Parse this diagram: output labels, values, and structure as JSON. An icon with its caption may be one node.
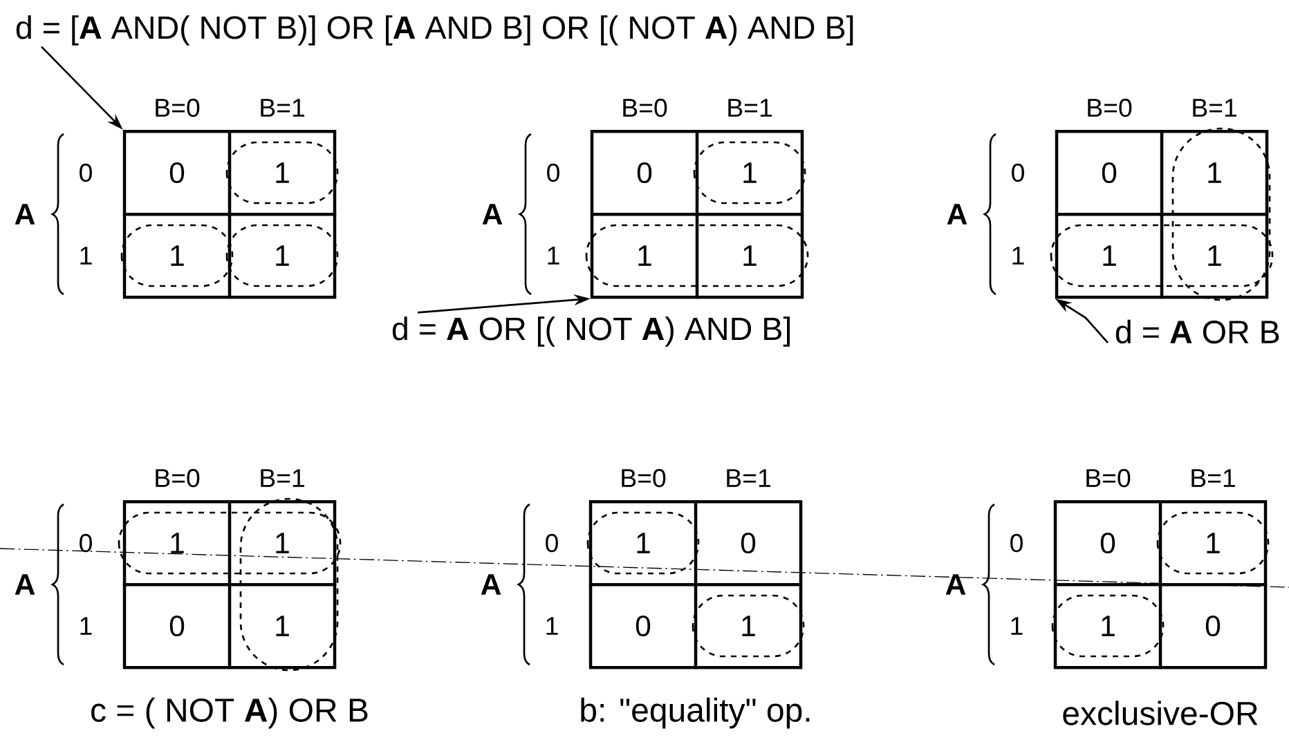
{
  "diagram": {
    "nodes": [
      {
        "text": [
          "d = [**A** AND( NOT B)] OR [**A** AND B] OR [( NOT **A**) AND B]"
        ]
      },
      {
        "text": [],
        "shape": "box"
      },
      {
        "text": [
          "0"
        ],
        "in": 1
      },
      {
        "text": [
          "1"
        ],
        "in": 1
      },
      {
        "text": [
          "1"
        ],
        "in": 1
      },
      {
        "text": [
          "1"
        ],
        "in": 1
      },
      {
        "text": [],
        "shape": "box"
      },
      {
        "text": [
          "0"
        ],
        "in": 6
      },
      {
        "text": [
          "1"
        ],
        "in": 6
      },
      {
        "text": [
          "1"
        ],
        "in": 6
      },
      {
        "text": [
          "1"
        ],
        "in": 6
      },
      {
        "text": [],
        "shape": "box"
      },
      {
        "text": [
          "0"
        ],
        "in": 11
      },
      {
        "text": [
          "1"
        ],
        "in": 11
      },
      {
        "text": [
          "1"
        ],
        "in": 11
      },
      {
        "text": [
          "1"
        ],
        "in": 11
      },
      {
        "text": [
          "d = **A** OR [( NOT **A**) AND B]"
        ]
      },
      {
        "text": [
          "d = **A** OR B"
        ]
      },
      {
        "text": [],
        "shape": "box"
      },
      {
        "text": [
          "1"
        ],
        "in": 18
      },
      {
        "text": [
          "1"
        ],
        "in": 18
      },
      {
        "text": [
          "0"
        ],
        "in": 18
      },
      {
        "text": [
          "1"
        ],
        "in": 18
      },
      {
        "text": [],
        "shape": "box"
      },
      {
        "text": [
          "1"
        ],
        "in": 23
      },
      {
        "text": [
          "0"
        ],
        "in": 23
      },
      {
        "text": [
          "0"
        ],
        "in": 23
      },
      {
        "text": [
          "1"
        ],
        "in": 23
      },
      {
        "text": [],
        "shape": "box"
      },
      {
        "text": [
          "0"
        ],
        "in": 28
      },
      {
        "text": [
          "1"
        ],
        "in": 28
      },
      {
        "text": [
          "1"
        ],
        "in": 28
      },
      {
        "text": [
          "0"
        ],
        "in": 28
      }
    ],
    "edges": [
      {
        "from": 0,
        "to": 1,
        "arrow": "to"
      },
      {
        "from": 16,
        "to": 6,
        "arrow": "to"
      },
      {
        "from": 17,
        "to": 11,
        "arrow": "to"
      }
    ],
    "labels": [
      "B=0",
      "B=1",
      "A",
      "0",
      "1",
      "B=0",
      "B=1",
      "A",
      "0",
      "1",
      "B=0",
      "B=1",
      "A",
      "0",
      "1",
      "B=0",
      "B=1",
      "A",
      "0",
      "1",
      "B=0",
      "B=1",
      "A",
      "0",
      "1",
      "B=0",
      "B=1",
      "A",
      "0",
      "1",
      "c = ( NOT **A**) OR B",
      "b: \"equality\" op.",
      "exclusive-OR"
    ]
  }
}
